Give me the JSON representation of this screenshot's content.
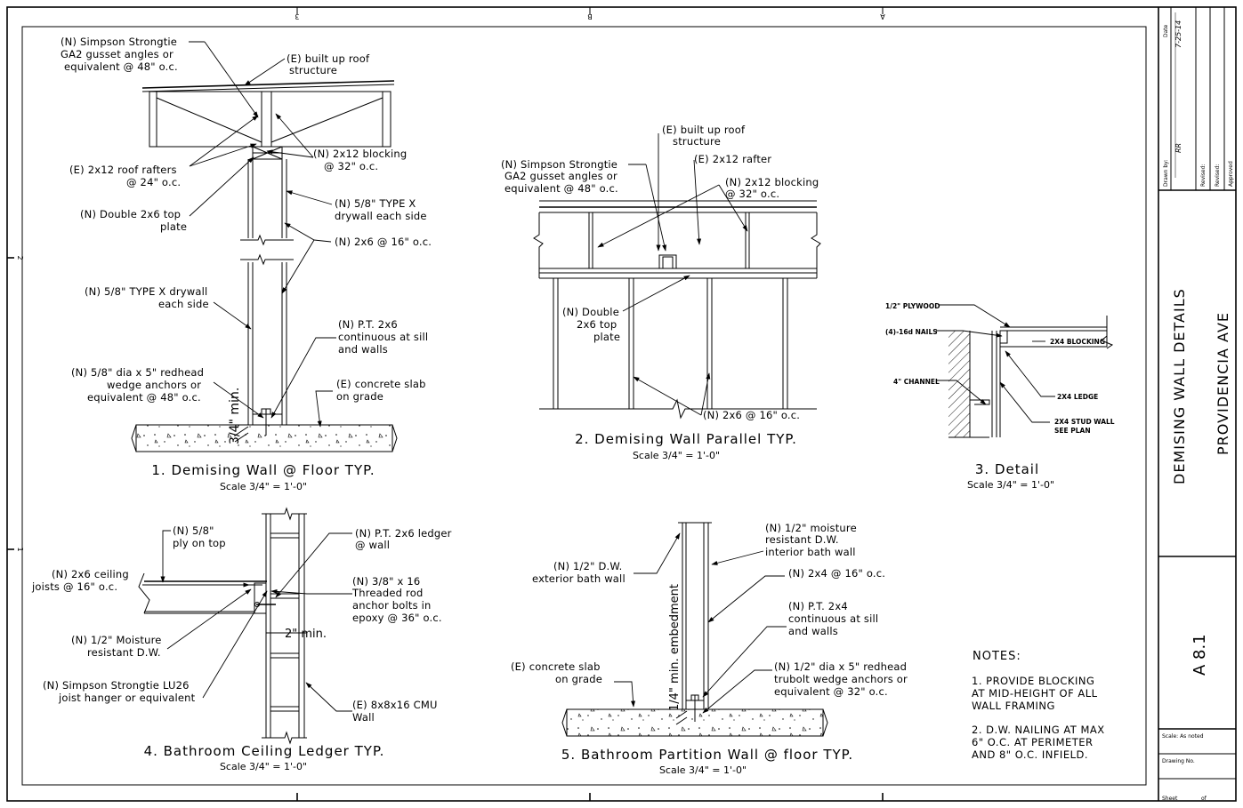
{
  "border": {
    "top_ticks": [
      "3",
      "B",
      "A"
    ],
    "left_ticks": [
      "2",
      "1"
    ]
  },
  "title_block": {
    "date_label": "Date",
    "date_value": "7-25-14",
    "drawn_by_label": "Drawn by:",
    "drawn_by_value": "RR",
    "revised_1": "Revised:",
    "revised_2": "Revised:",
    "approved": "Approved",
    "title_line1": "DEMISING WALL DETAILS",
    "title_line2": "PROVIDENCIA AVE",
    "sheet_id": "A 8.1",
    "scale_note": "Scale: As noted",
    "drawing_no": "Drawing No.",
    "sheet_label": "Sheet",
    "of_label": "of"
  },
  "detail1": {
    "title": "1. Demising Wall @ Floor TYP.",
    "scale": "Scale 3/4\" = 1'-0\"",
    "dim_min": "3/4\" min.",
    "labels": {
      "gusset_1": "(N) Simpson Strongtie",
      "gusset_2": "GA2 gusset angles or",
      "gusset_3": "equivalent @ 48\" o.c.",
      "roof_1": "(E) built up roof",
      "roof_2": "structure",
      "rafters_1": "(E) 2x12 roof rafters",
      "rafters_2": "@ 24\" o.c.",
      "blocking_1": "(N) 2x12 blocking",
      "blocking_2": "@ 32\" o.c.",
      "drywall_1": "(N) 5/8\" TYPE X",
      "drywall_2": "drywall each side",
      "top_plate_1": "(N) Double 2x6 top",
      "top_plate_2": "plate",
      "studs": "(N) 2x6 @ 16\" o.c.",
      "drywall2_1": "(N) 5/8\" TYPE X drywall",
      "drywall2_2": "each side",
      "pt_1": "(N) P.T. 2x6",
      "pt_2": "continuous at sill",
      "pt_3": "and walls",
      "anchor_1": "(N) 5/8\" dia x 5\" redhead",
      "anchor_2": "wedge anchors or",
      "anchor_3": "equivalent @ 48\" o.c.",
      "slab_1": "(E) concrete slab",
      "slab_2": "on grade"
    }
  },
  "detail2": {
    "title": "2. Demising Wall Parallel TYP.",
    "scale": "Scale 3/4\" = 1'-0\"",
    "labels": {
      "roof_1": "(E) built up roof",
      "roof_2": "structure",
      "gusset_1": "(N) Simpson Strongtie",
      "gusset_2": "GA2 gusset angles or",
      "gusset_3": "equivalent @ 48\" o.c.",
      "rafter": "(E) 2x12 rafter",
      "blocking_1": "(N) 2x12 blocking",
      "blocking_2": "@ 32\" o.c.",
      "top_plate_1": "(N) Double",
      "top_plate_2": "2x6 top",
      "top_plate_3": "plate",
      "studs": "(N) 2x6 @ 16\" o.c."
    }
  },
  "detail3": {
    "title": "3. Detail",
    "scale": "Scale 3/4\" = 1'-0\"",
    "labels": {
      "plywood": "1/2\" PLYWOOD",
      "nails": "(4)-16d NAILS",
      "channel": "4\" CHANNEL",
      "blocking": "2X4 BLOCKING",
      "ledge": "2X4 LEDGE",
      "stud_1": "2X4 STUD WALL",
      "stud_2": "SEE PLAN"
    }
  },
  "detail4": {
    "title": "4. Bathroom Ceiling Ledger TYP.",
    "scale": "Scale 3/4\" = 1'-0\"",
    "dim_min": "2\" min.",
    "labels": {
      "ply_1": "(N) 5/8\"",
      "ply_2": "ply on top",
      "ledger_1": "(N) P.T. 2x6 ledger",
      "ledger_2": "@ wall",
      "joists_1": "(N) 2x6 ceiling",
      "joists_2": "joists @ 16\" o.c.",
      "rod_1": "(N) 3/8\" x 16",
      "rod_2": "Threaded rod",
      "rod_3": "anchor bolts in",
      "rod_4": "epoxy @ 36\" o.c.",
      "dw_1": "(N) 1/2\" Moisture",
      "dw_2": "resistant D.W.",
      "hanger_1": "(N) Simpson Strongtie LU26",
      "hanger_2": "joist hanger or equivalent",
      "cmu_1": "(E) 8x8x16 CMU",
      "cmu_2": "Wall"
    }
  },
  "detail5": {
    "title": "5. Bathroom Partition Wall @ floor TYP.",
    "scale": "Scale 3/4\" = 1'-0\"",
    "dim_embed": "1/4\" min. embedment",
    "labels": {
      "moist_1": "(N) 1/2\" moisture",
      "moist_2": "resistant D.W.",
      "moist_3": "interior bath wall",
      "dw_1": "(N) 1/2\" D.W.",
      "dw_2": "exterior bath wall",
      "studs": "(N) 2x4 @ 16\" o.c.",
      "pt_1": "(N) P.T. 2x4",
      "pt_2": "continuous at sill",
      "pt_3": "and walls",
      "slab_1": "(E) concrete slab",
      "slab_2": "on grade",
      "anchor_1": "(N) 1/2\" dia x 5\" redhead",
      "anchor_2": "trubolt wedge anchors or",
      "anchor_3": "equivalent @ 32\" o.c."
    }
  },
  "notes": {
    "heading": "NOTES:",
    "n1_1": "1. PROVIDE BLOCKING",
    "n1_2": "AT MID-HEIGHT OF ALL",
    "n1_3": "WALL FRAMING",
    "n2_1": "2. D.W. NAILING AT MAX",
    "n2_2": "6\" O.C. AT PERIMETER",
    "n2_3": "AND 8\" O.C. INFIELD."
  }
}
